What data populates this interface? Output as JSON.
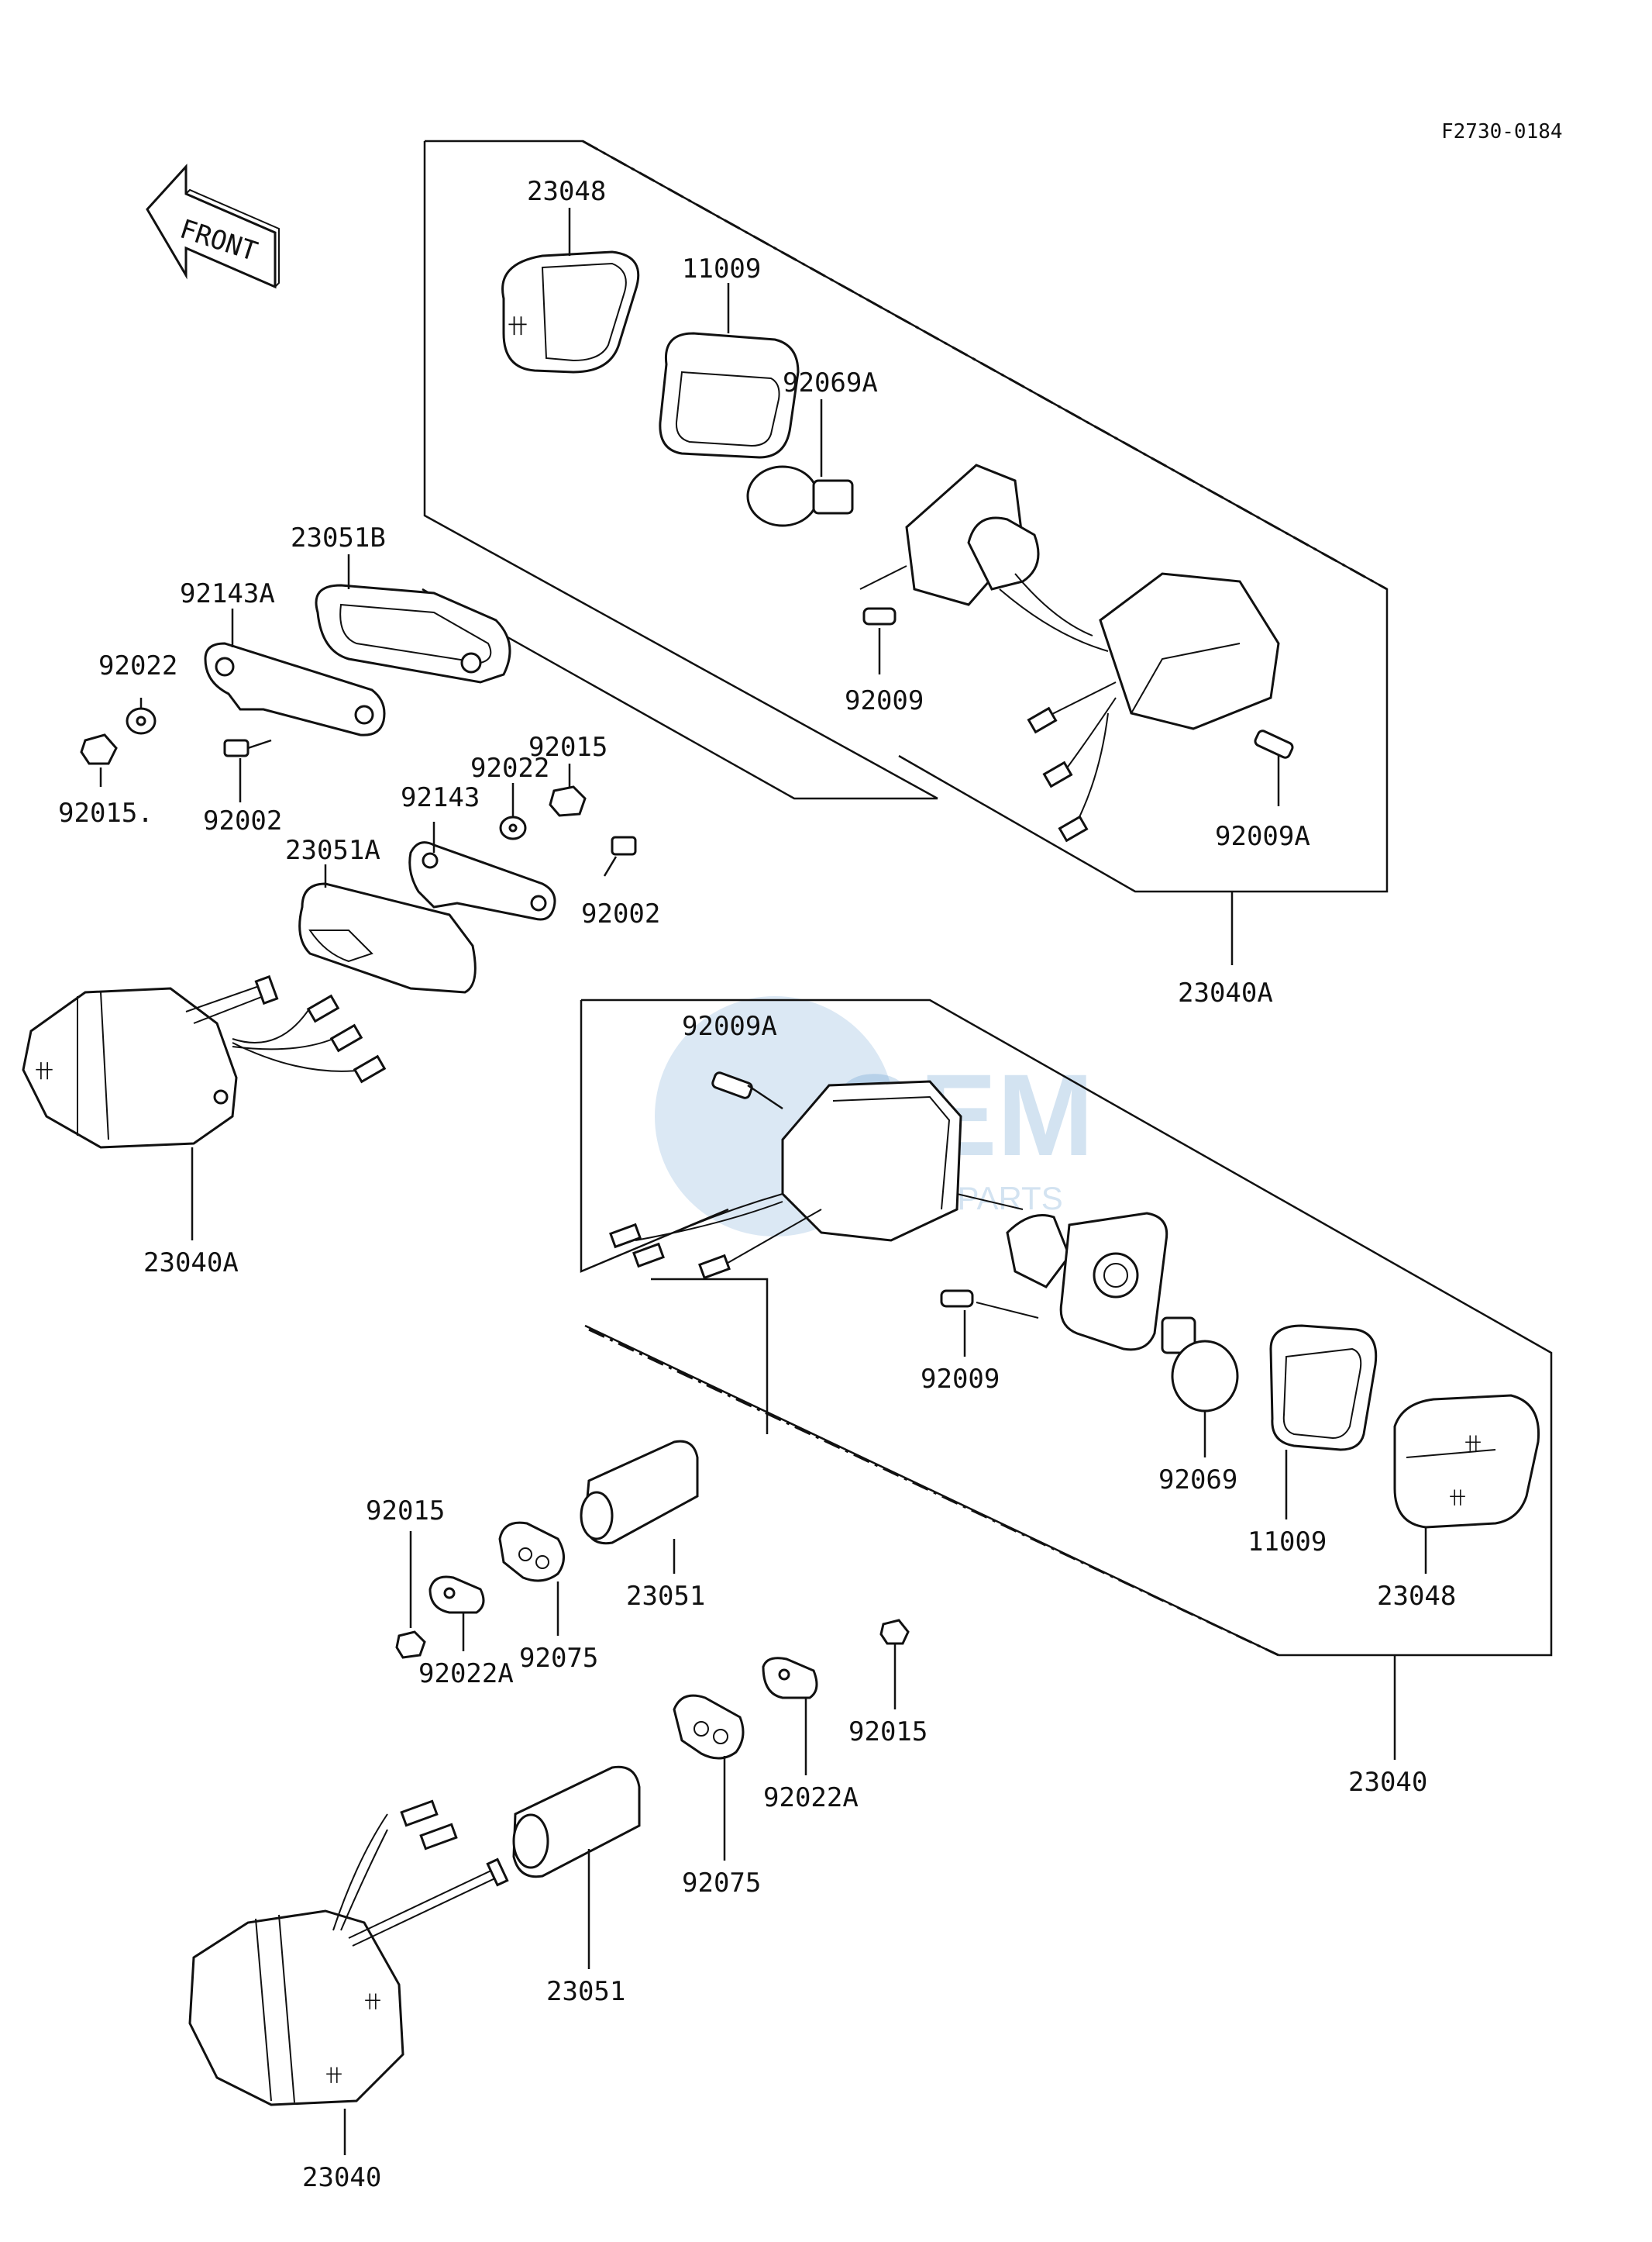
{
  "diagram_ref": "F2730-0184",
  "front_arrow": {
    "text": "FRONT",
    "icon": "front-arrow-icon"
  },
  "watermark": {
    "brand": "OEM",
    "sub": "MOTORPARTS",
    "color": "#3a82c4"
  },
  "labels": {
    "p23048_a": "23048",
    "p11009_a": "11009",
    "p92069A": "92069A",
    "p23051B": "23051B",
    "p92143A": "92143A",
    "p92022_a": "92022",
    "p92015_a": "92015.",
    "p92002_a": "92002",
    "p92009_a": "92009",
    "p92009A_a": "92009A",
    "p92015_b": "92015",
    "p92022_b": "92022",
    "p92143": "92143",
    "p23051A": "23051A",
    "p92002_b": "92002",
    "p23040A_a": "23040A",
    "p23040A_b": "23040A",
    "p92009A_b": "92009A",
    "p92009_b": "92009",
    "p92069": "92069",
    "p11009_b": "11009",
    "p23048_b": "23048",
    "p92015_c": "92015",
    "p23051_a": "23051",
    "p92075_a": "92075",
    "p92022A_a": "92022A",
    "p92015_d": "92015",
    "p92022A_b": "92022A",
    "p92075_b": "92075",
    "p23051_b": "23051",
    "p23040_a": "23040",
    "p23040_b": "23040"
  }
}
